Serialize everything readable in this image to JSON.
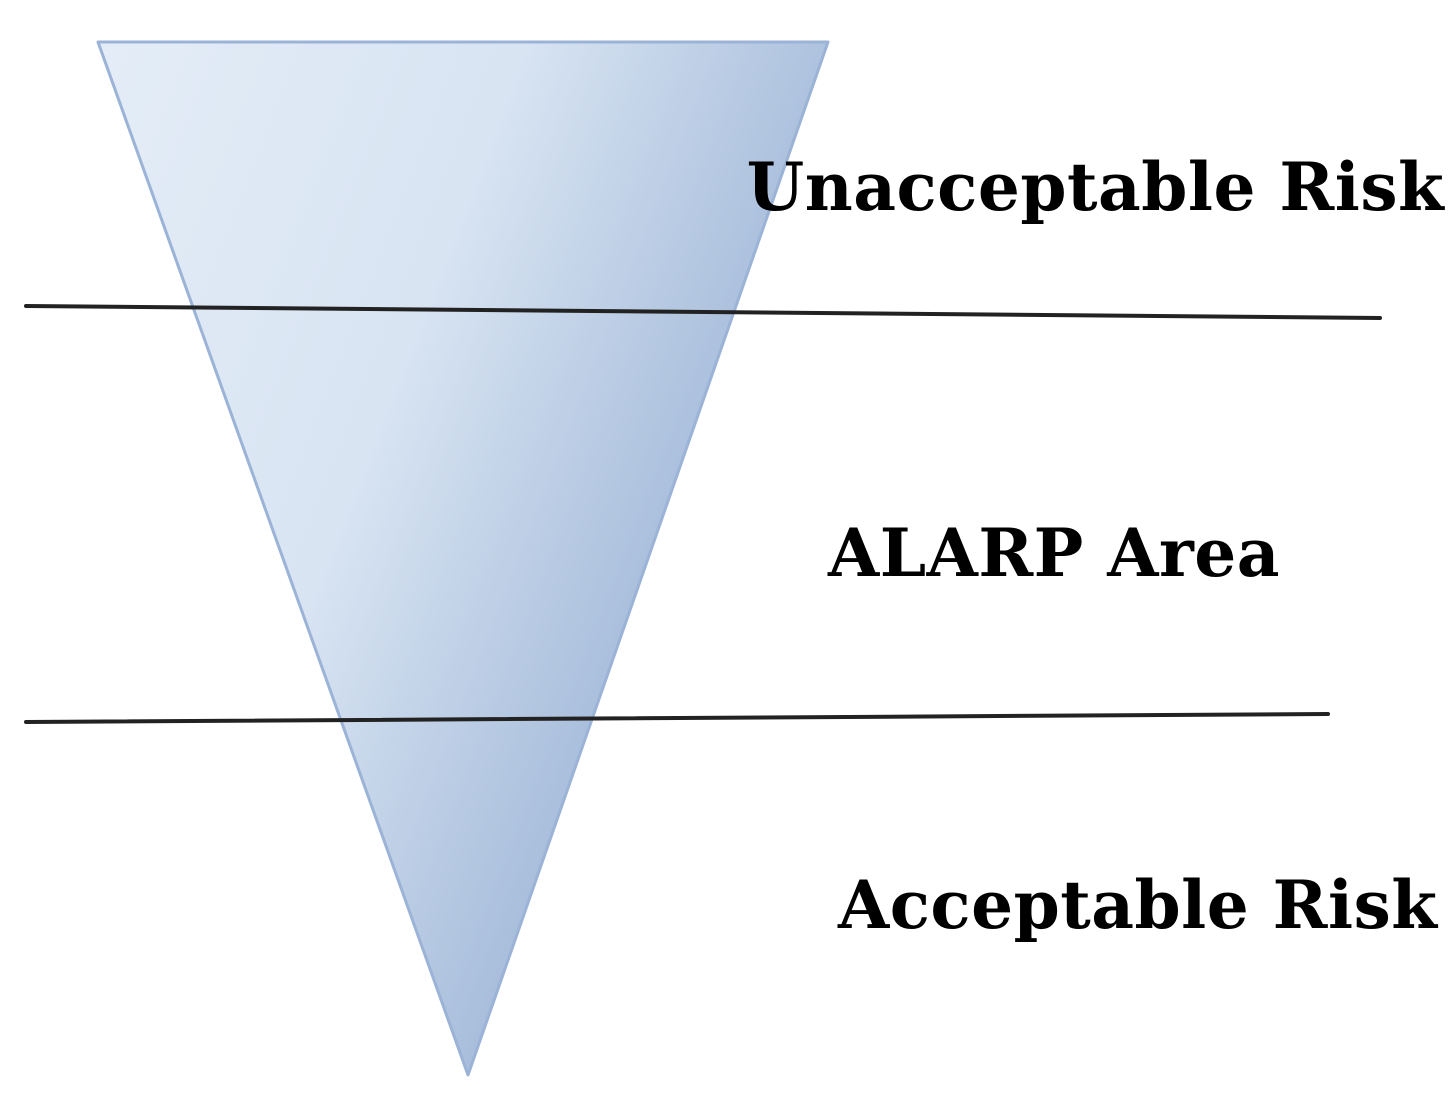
{
  "diagram": {
    "zones": [
      {
        "label": "Unacceptable Risk"
      },
      {
        "label": "ALARP Area"
      },
      {
        "label": "Acceptable Risk"
      }
    ]
  },
  "colors": {
    "funnel_light": "#e4edf7",
    "funnel_mid": "#d8e4f2",
    "funnel_dark": "#8faad0",
    "funnel_edge": "#9bb3d6",
    "divider": "#222222",
    "text": "#000000"
  }
}
